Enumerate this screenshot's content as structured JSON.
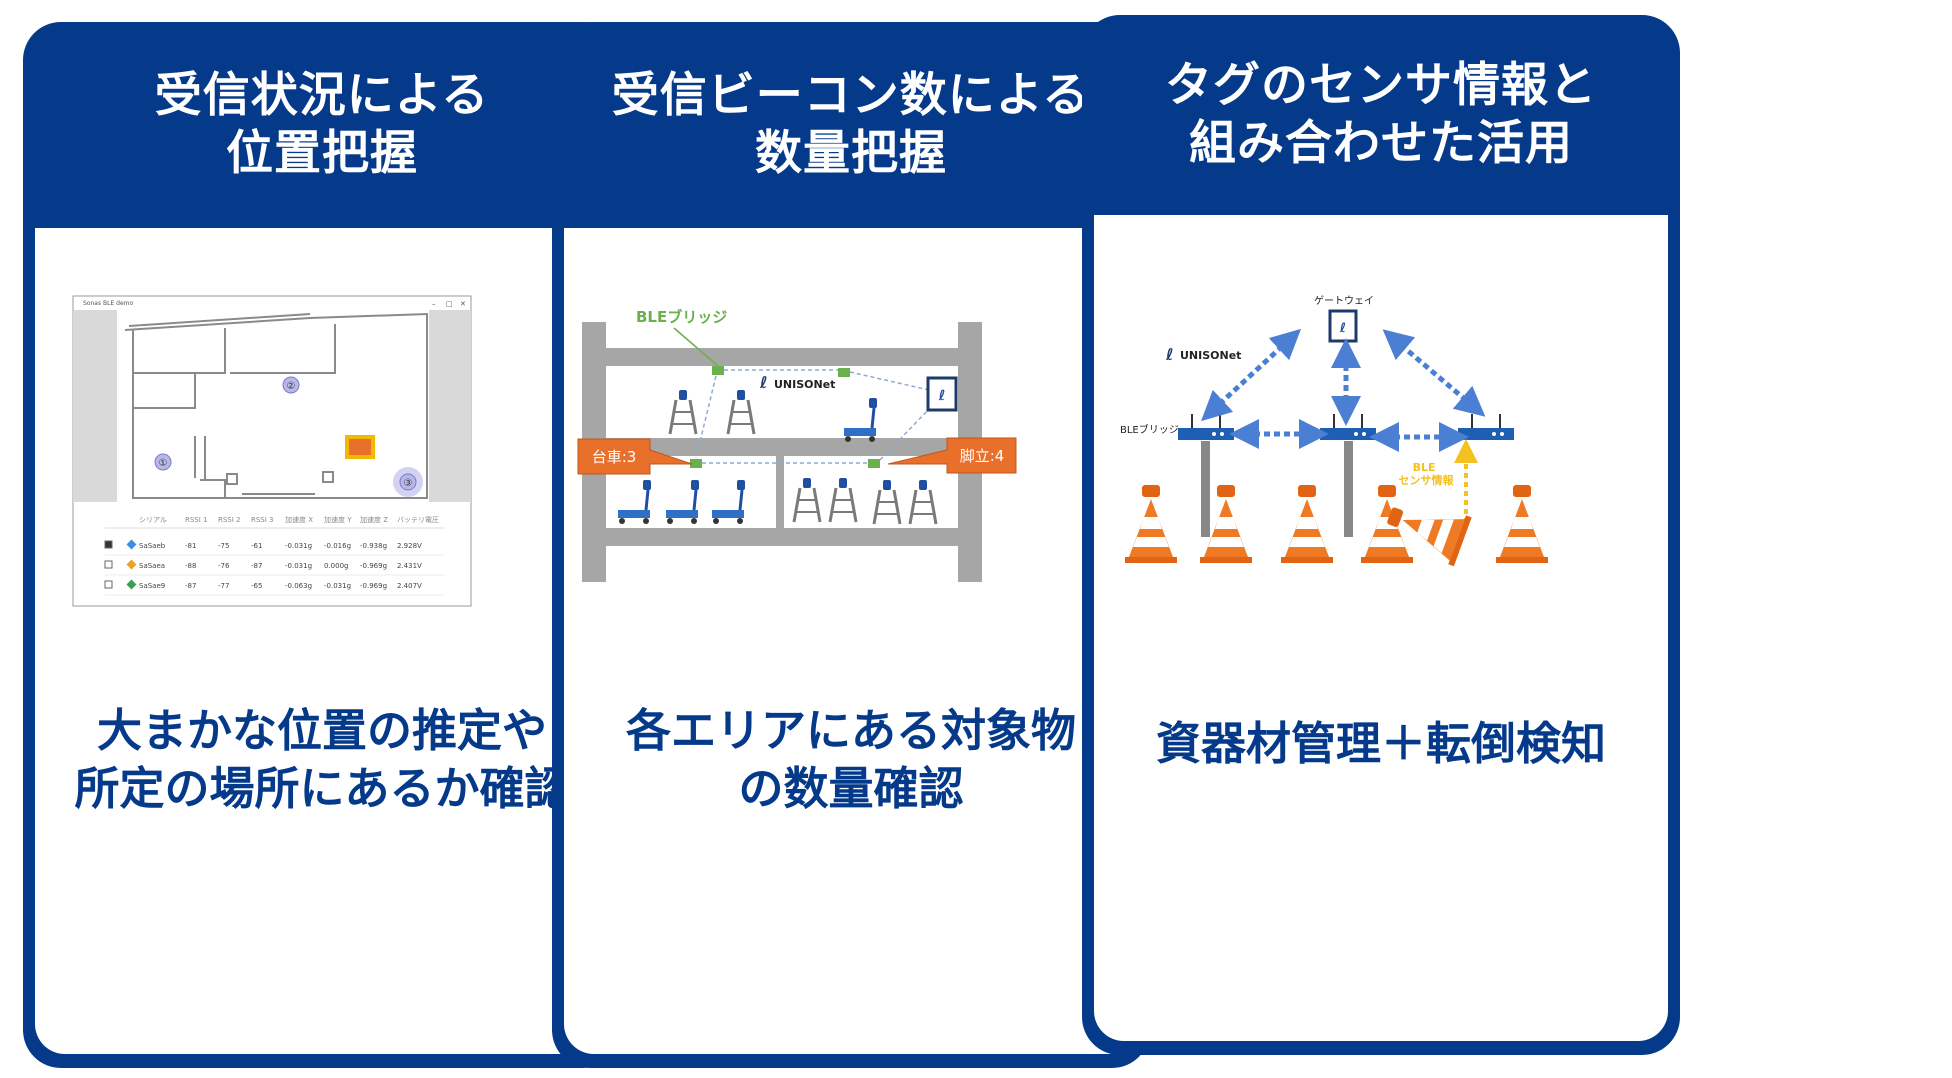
{
  "cards": [
    {
      "title": "受信状況による\n位置把握",
      "footer": "大まかな位置の推定や\n所定の場所にあるか確認",
      "app": {
        "window_title": "Sonas BLE demo",
        "zones": [
          "①",
          "②",
          "③"
        ],
        "columns": [
          "シリアル",
          "RSSI 1",
          "RSSI 2",
          "RSSI 3",
          "加速度 X",
          "加速度 Y",
          "加速度 Z",
          "バッテリ電圧"
        ],
        "rows": [
          {
            "checked": true,
            "tag_color": "#3a8ee6",
            "cells": [
              "SaSaeb",
              "-81",
              "-75",
              "-61",
              "-0.031g",
              "-0.016g",
              "-0.938g",
              "2.928V"
            ]
          },
          {
            "checked": false,
            "tag_color": "#f0a020",
            "cells": [
              "SaSaea",
              "-88",
              "-76",
              "-87",
              "-0.031g",
              "0.000g",
              "-0.969g",
              "2.431V"
            ]
          },
          {
            "checked": false,
            "tag_color": "#3aa050",
            "cells": [
              "SaSae9",
              "-87",
              "-77",
              "-65",
              "-0.063g",
              "-0.031g",
              "-0.969g",
              "2.407V"
            ]
          }
        ]
      }
    },
    {
      "title": "受信ビーコン数による\n数量把握",
      "footer": "各エリアにある対象物\nの数量確認",
      "diagram": {
        "bridge_label": "BLEブリッジ",
        "brand": "UNISONet",
        "callout_left": "台車:3",
        "callout_right": "脚立:4"
      }
    },
    {
      "title": "タグのセンサ情報と\n組み合わせた活用",
      "footer": "資器材管理＋転倒検知",
      "diagram": {
        "gateway_label": "ゲートウェイ",
        "brand": "UNISONet",
        "bridge_label": "BLEブリッジ",
        "sensor_label": "BLE\nセンサ情報"
      }
    }
  ],
  "colors": {
    "navy": "#05398a",
    "orange": "#e8702a",
    "green": "#6ab04c",
    "blue": "#4a7fd4",
    "yellow": "#f5c021"
  }
}
